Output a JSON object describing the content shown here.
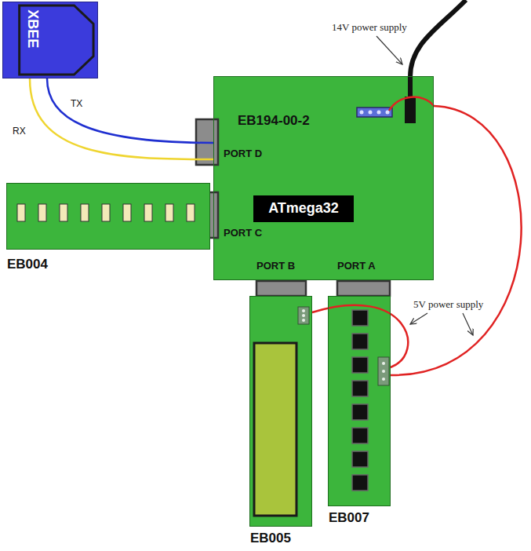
{
  "diagram": {
    "nodes": [
      {
        "text": [
          "XBEE"
        ]
      },
      {
        "text": [
          "EB194-00-2"
        ]
      },
      {
        "text": [
          "ATmega32"
        ],
        "in": 1
      },
      {
        "text": [
          "EB004"
        ]
      },
      {
        "text": [
          "EB005"
        ]
      },
      {
        "text": [
          "EB007"
        ]
      }
    ],
    "edges": [
      {
        "from": 0,
        "to": 1,
        "arrow": "none",
        "label": "TX"
      },
      {
        "from": 0,
        "to": 1,
        "arrow": "none",
        "label": "RX"
      },
      {
        "from": 1,
        "to": 5,
        "arrow": "none"
      },
      {
        "from": 5,
        "to": 4,
        "arrow": "none"
      }
    ],
    "labels": [
      "14V power supply",
      "PORT D",
      "PORT C",
      "PORT B",
      "PORT A",
      "5V power supply"
    ]
  }
}
